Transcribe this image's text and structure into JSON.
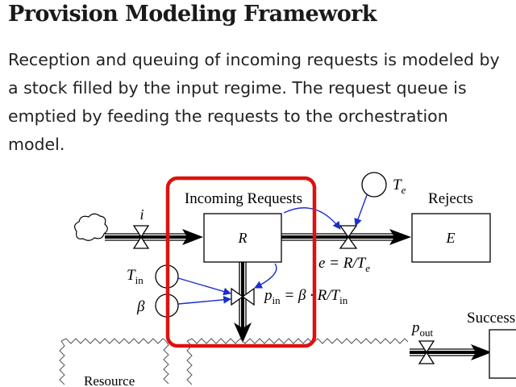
{
  "slide": {
    "title": "Provision Modeling Framework",
    "body": "Reception and queuing of incoming requests is modeled by a stock filled by the input regime.  The request queue is emptied by feeding the requests to the orchestration model."
  },
  "diagram": {
    "incoming_label": "Incoming Requests",
    "stock_r_label": "R",
    "rejects_label": "Rejects",
    "stock_e_label": "E",
    "inflow_var": "i",
    "te_var": "T",
    "te_sub": "e",
    "reject_eq_lhs": "e = R/T",
    "reject_eq_sub": "e",
    "tin_var": "T",
    "tin_sub": "in",
    "beta_var": "β",
    "pin_var": "p",
    "pin_sub": "in",
    "pin_eq_rhs": " = β · R/T",
    "pin_eq_sub": "in",
    "pout_var": "p",
    "pout_sub": "out",
    "success_label": "Success",
    "resource_label": "Resource",
    "highlight_color": "#dd1111",
    "link_color": "#1a2fcc"
  }
}
